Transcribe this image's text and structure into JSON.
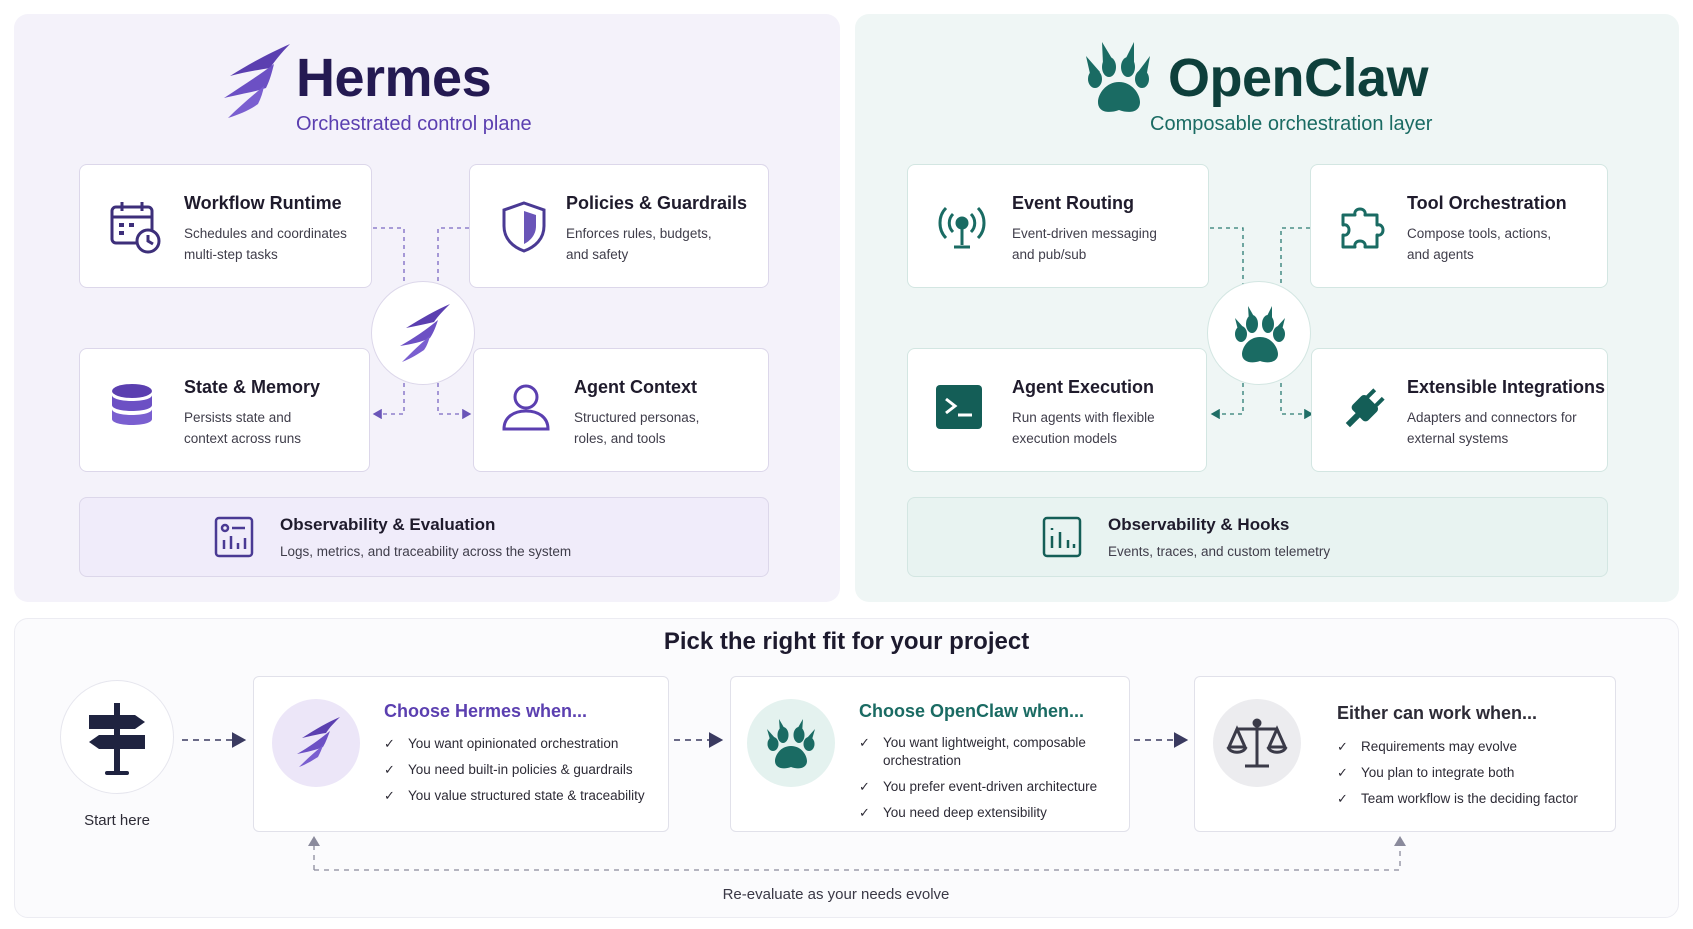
{
  "colors": {
    "hermes_accent": "#5b3fb0",
    "hermes_title": "#241a52",
    "openclaw_accent": "#1a6b63",
    "openclaw_title": "#0e3f3b"
  },
  "hermes": {
    "title": "Hermes",
    "subtitle": "Orchestrated control plane",
    "logo_icon": "wing-icon",
    "cards": [
      {
        "title": "Workflow Runtime",
        "desc": "Schedules and coordinates multi-step tasks",
        "icon": "calendar-clock-icon"
      },
      {
        "title": "Policies & Guardrails",
        "desc": "Enforces rules, budgets, and safety",
        "icon": "shield-icon"
      },
      {
        "title": "State & Memory",
        "desc": "Persists state and context across runs",
        "icon": "database-icon"
      },
      {
        "title": "Agent Context",
        "desc": "Structured personas, roles, and tools",
        "icon": "person-icon"
      }
    ],
    "wide": {
      "title": "Observability & Evaluation",
      "desc": "Logs, metrics, and traceability across the system",
      "icon": "dashboard-icon"
    }
  },
  "openclaw": {
    "title": "OpenClaw",
    "subtitle": "Composable orchestration layer",
    "logo_icon": "paw-icon",
    "cards": [
      {
        "title": "Event Routing",
        "desc": "Event-driven messaging and pub/sub",
        "icon": "broadcast-icon"
      },
      {
        "title": "Tool Orchestration",
        "desc": "Compose tools, actions, and agents",
        "icon": "puzzle-icon"
      },
      {
        "title": "Agent Execution",
        "desc": "Run agents with flexible execution models",
        "icon": "terminal-icon"
      },
      {
        "title": "Extensible Integrations",
        "desc": "Adapters and connectors for external systems",
        "icon": "plug-icon"
      }
    ],
    "wide": {
      "title": "Observability & Hooks",
      "desc": "Events, traces, and custom telemetry",
      "icon": "chart-icon"
    }
  },
  "fit": {
    "title": "Pick the right fit for your project",
    "start_label": "Start here",
    "start_icon": "signpost-icon",
    "choices": [
      {
        "title": "Choose Hermes when...",
        "icon": "wing-icon",
        "items": [
          "You want opinionated orchestration",
          "You need built-in policies & guardrails",
          "You value structured state & traceability"
        ]
      },
      {
        "title": "Choose OpenClaw when...",
        "icon": "paw-icon",
        "items": [
          "You want lightweight, composable orchestration",
          "You prefer event-driven architecture",
          "You need deep extensibility"
        ]
      },
      {
        "title": "Either can work when...",
        "icon": "scales-icon",
        "items": [
          "Requirements may evolve",
          "You plan to integrate both",
          "Team workflow is the deciding factor"
        ]
      }
    ],
    "check_glyph": "✓",
    "footer": "Re-evaluate as your needs evolve"
  }
}
